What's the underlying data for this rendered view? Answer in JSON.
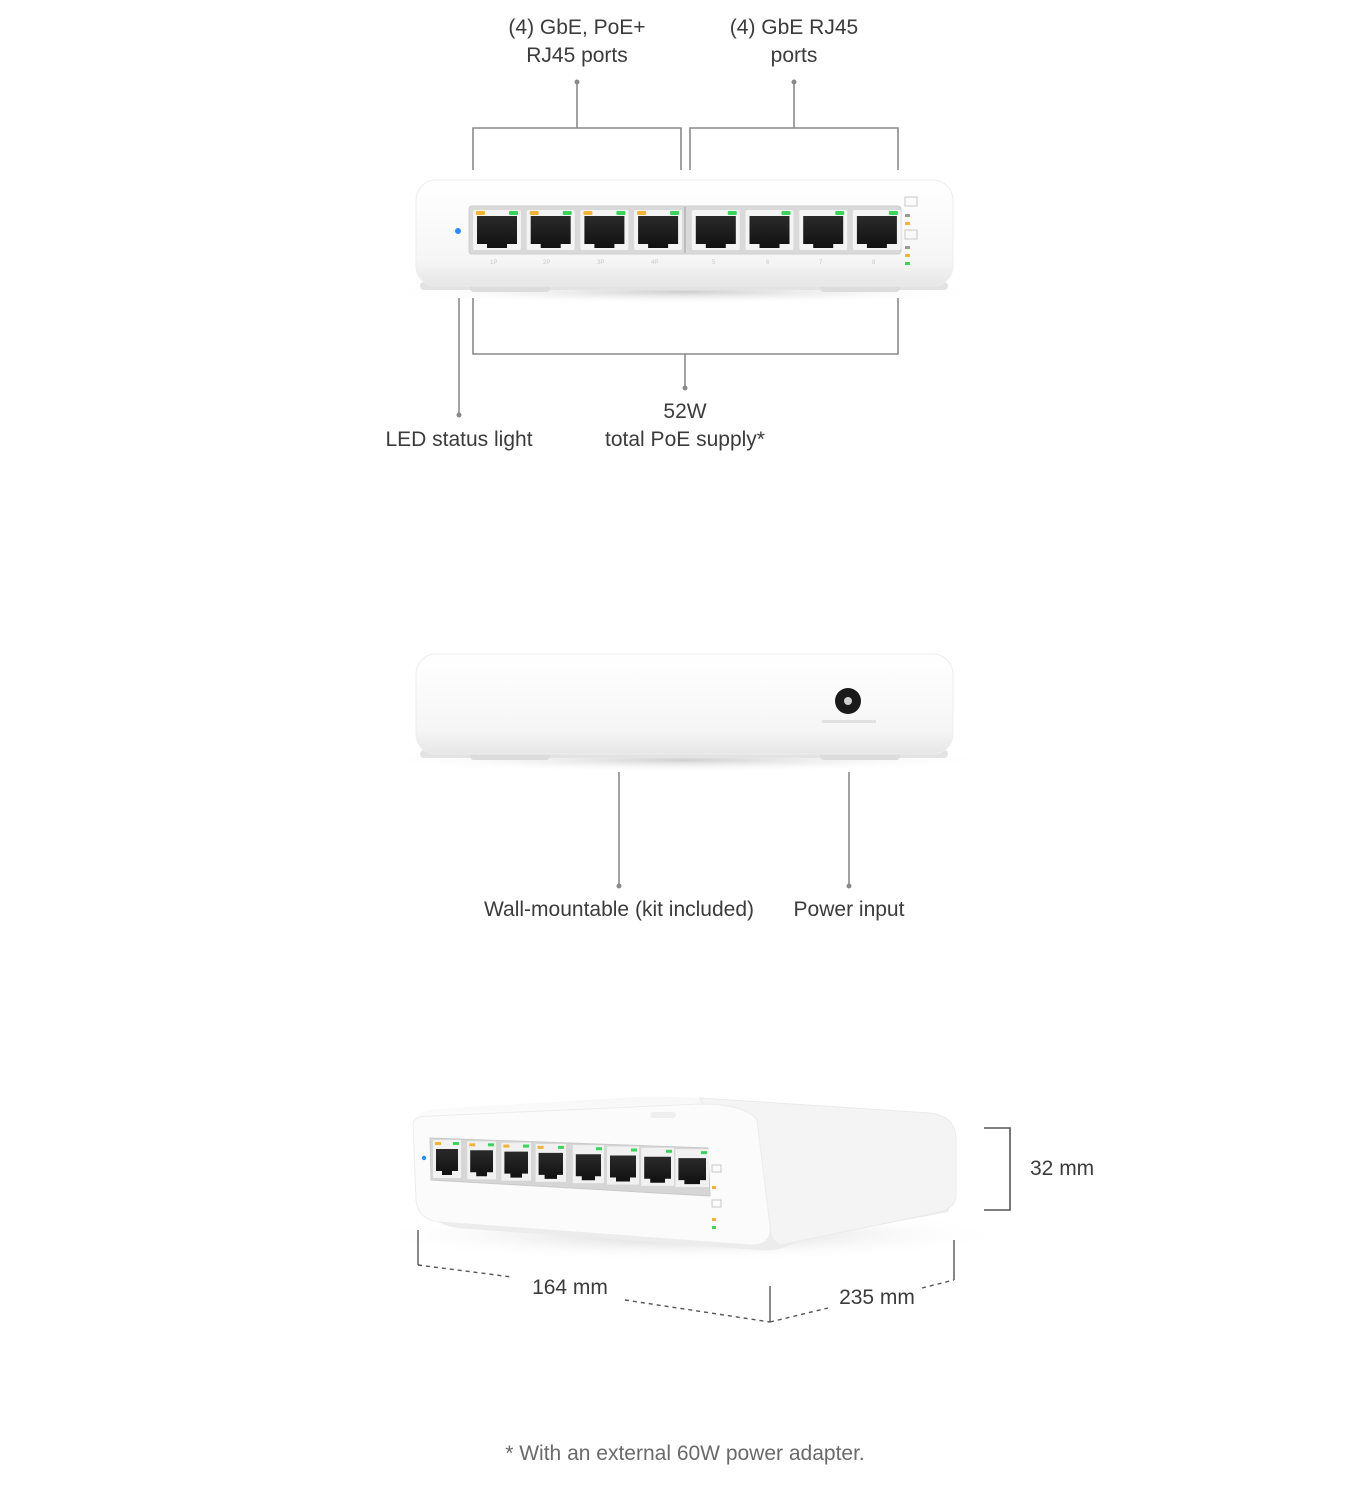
{
  "front_view": {
    "callouts": {
      "poe_ports": [
        "(4) GbE, PoE+",
        "RJ45 ports"
      ],
      "gbe_ports": [
        "(4) GbE RJ45",
        "ports"
      ],
      "led": "LED status light",
      "poe_supply": [
        "52W",
        "total PoE supply*"
      ]
    },
    "port_count": 8,
    "poe_port_count": 4
  },
  "rear_view": {
    "callouts": {
      "wall_mount": "Wall-mountable (kit included)",
      "power_input": "Power input"
    }
  },
  "dimensions": {
    "height": "32 mm",
    "width": "164 mm",
    "depth": "235 mm"
  },
  "footnote": "* With an external 60W power adapter.",
  "colors": {
    "led_status": "#2a8cff",
    "port_led_amber": "#f2b33a",
    "port_led_green": "#3cd35c",
    "callout_line": "#8a8a8a"
  }
}
